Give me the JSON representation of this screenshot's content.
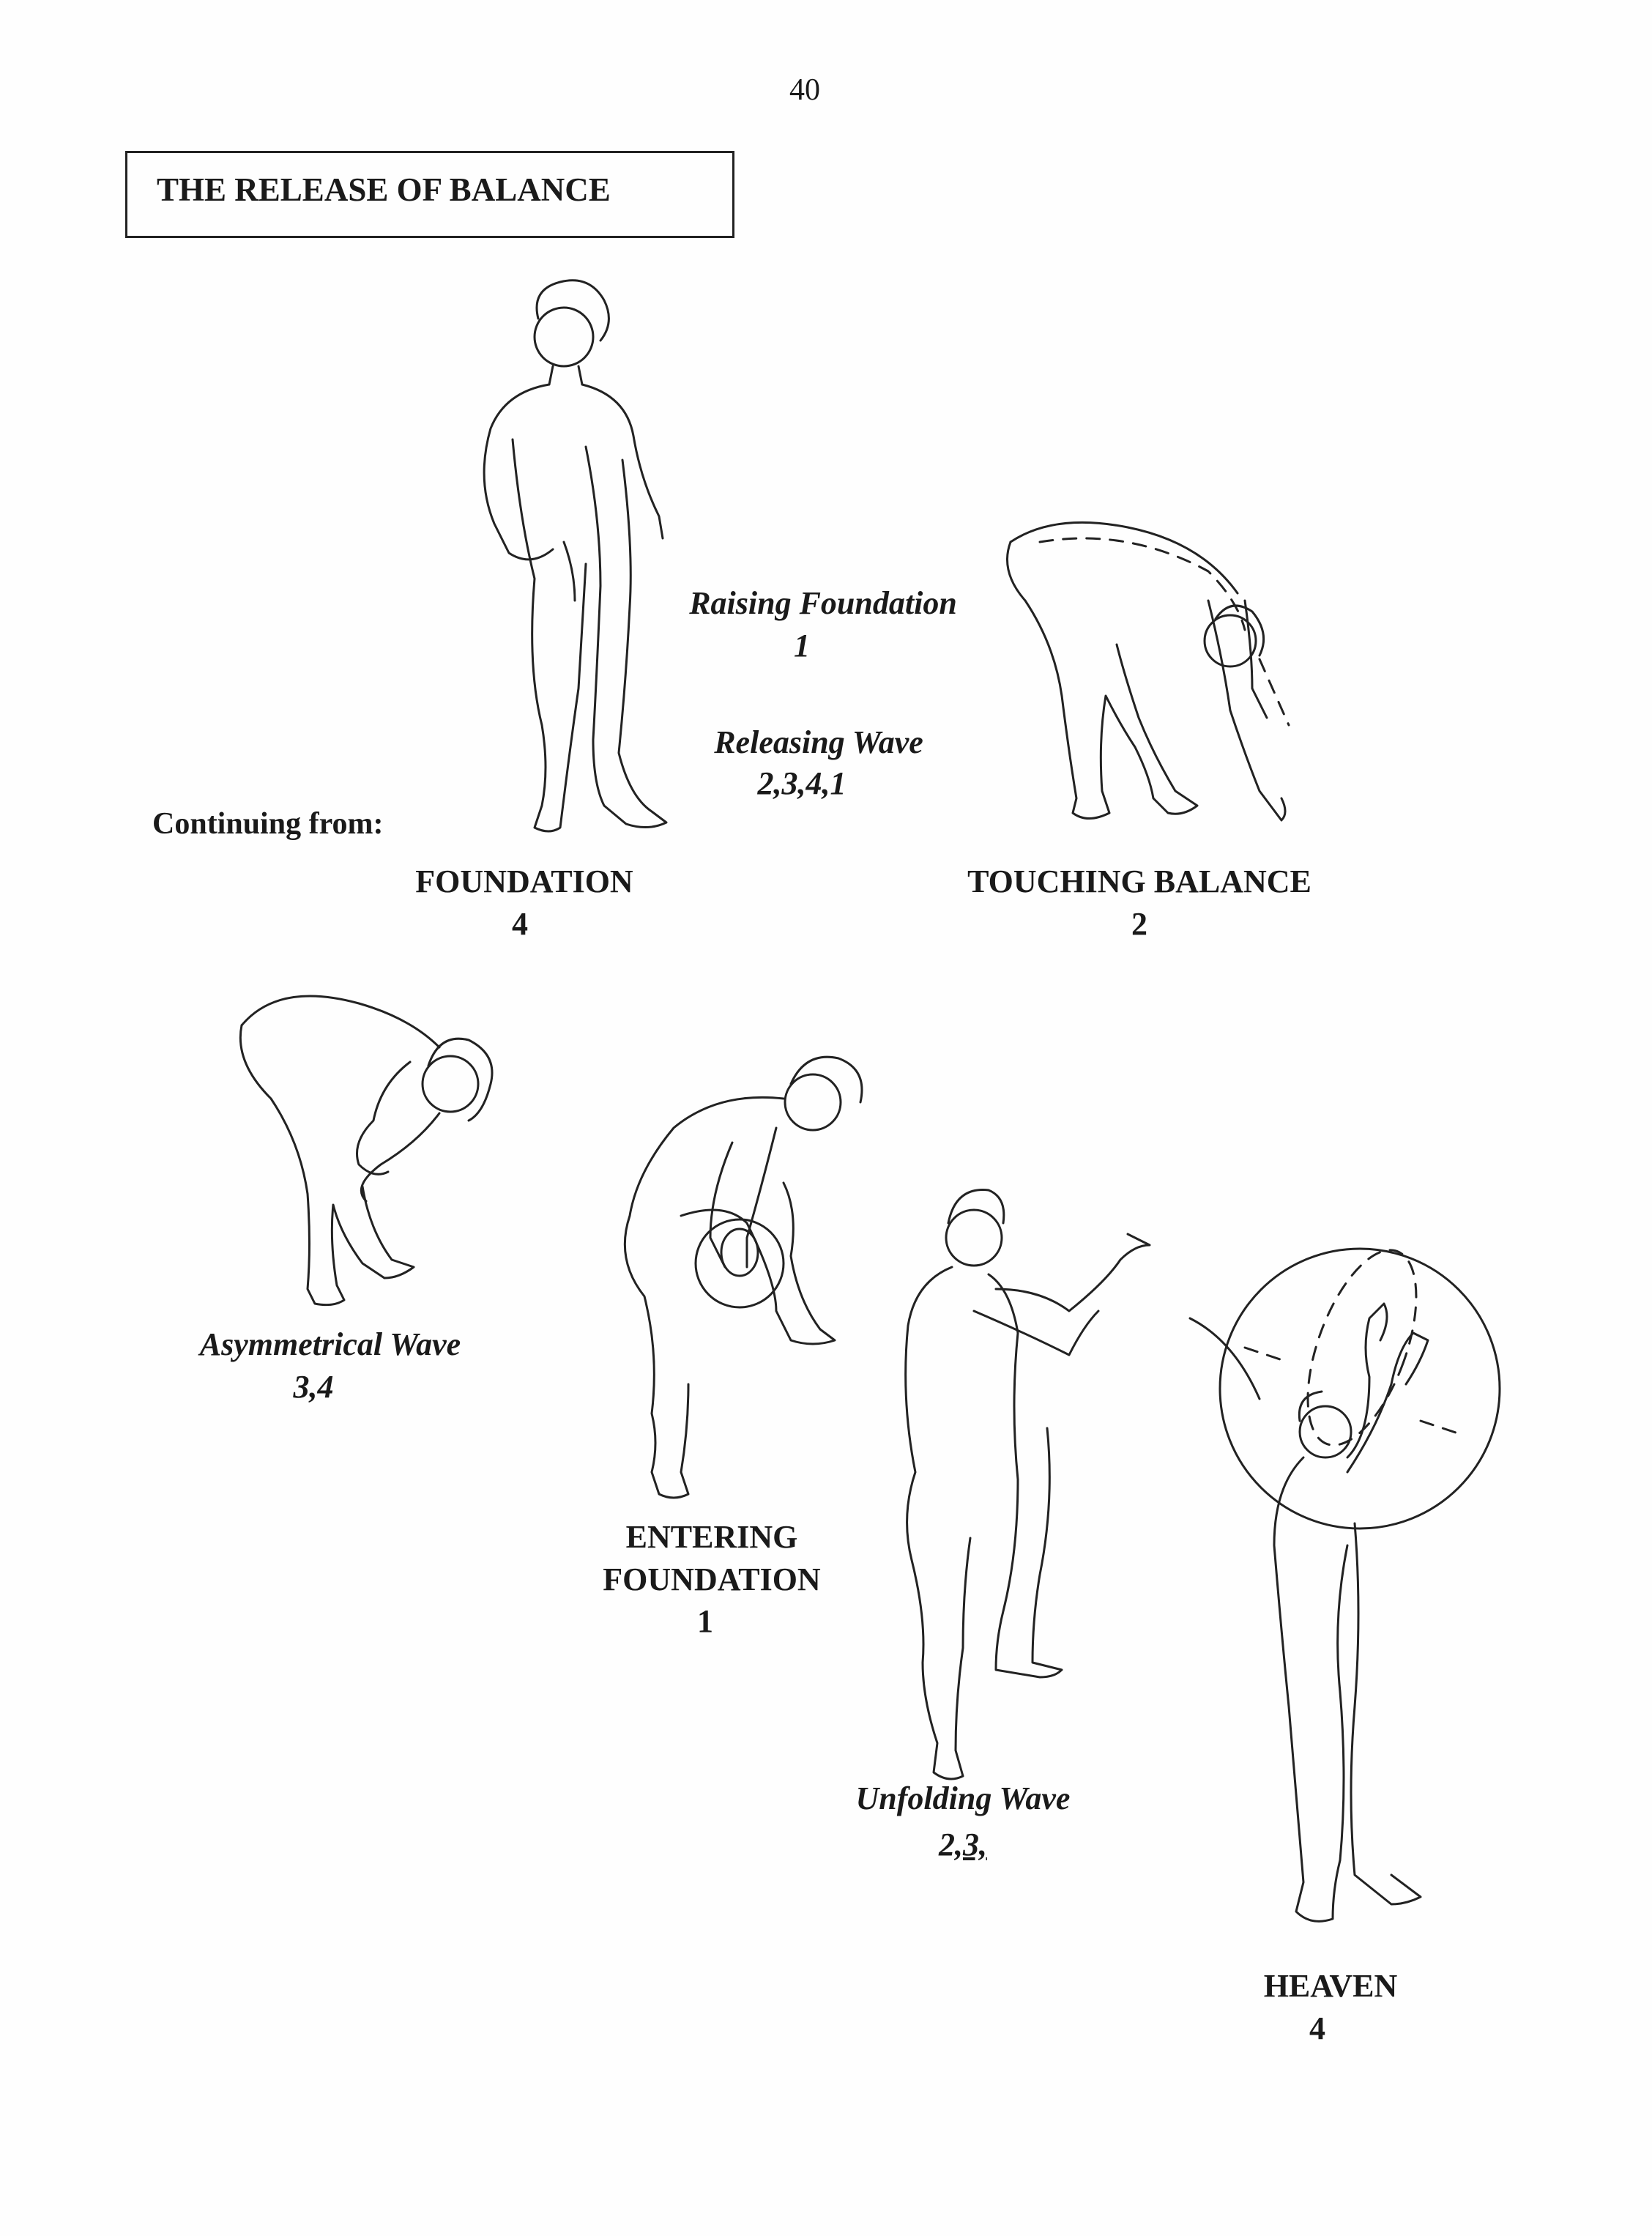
{
  "page_number": "40",
  "title": "THE RELEASE OF BALANCE",
  "continuing_from": "Continuing from:",
  "transitions": {
    "raising_foundation": {
      "label": "Raising Foundation",
      "count": "1"
    },
    "releasing_wave": {
      "label": "Releasing Wave",
      "count": "2,3,4,1"
    },
    "asymmetrical_wave": {
      "label": "Asymmetrical Wave",
      "count": "3,4"
    },
    "unfolding_wave": {
      "label": "Unfolding Wave",
      "count_plain": "2,",
      "count_underlined": "3,"
    }
  },
  "positions": {
    "foundation": {
      "label": "FOUNDATION",
      "count": "4"
    },
    "touching_balance": {
      "label": "TOUCHING BALANCE",
      "count": "2"
    },
    "entering_foundation": {
      "label_line1": "ENTERING",
      "label_line2": "FOUNDATION",
      "count": "1"
    },
    "heaven": {
      "label": "HEAVEN",
      "count": "4"
    }
  }
}
